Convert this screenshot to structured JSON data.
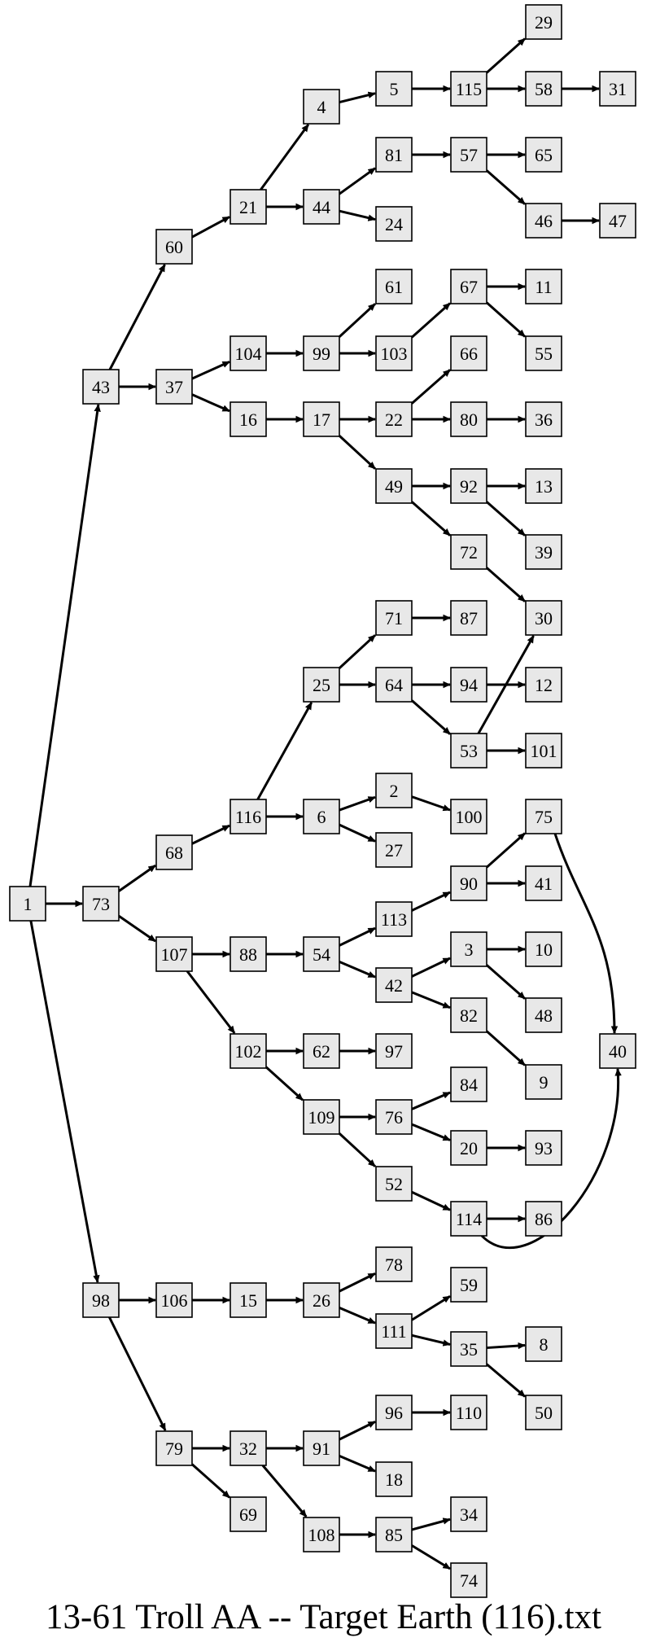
{
  "caption": "13-61 Troll AA -- Target Earth (116).txt",
  "nodes": [
    "29",
    "4",
    "5",
    "115",
    "58",
    "31",
    "81",
    "57",
    "65",
    "60",
    "21",
    "44",
    "24",
    "46",
    "47",
    "61",
    "67",
    "11",
    "104",
    "99",
    "103",
    "55",
    "66",
    "43",
    "37",
    "16",
    "17",
    "22",
    "80",
    "36",
    "49",
    "92",
    "13",
    "39",
    "72",
    "71",
    "87",
    "30",
    "25",
    "64",
    "94",
    "12",
    "53",
    "101",
    "116",
    "6",
    "2",
    "100",
    "75",
    "68",
    "27",
    "1",
    "73",
    "113",
    "90",
    "41",
    "107",
    "88",
    "54",
    "3",
    "10",
    "42",
    "82",
    "48",
    "40",
    "102",
    "62",
    "97",
    "9",
    "109",
    "76",
    "84",
    "20",
    "93",
    "52",
    "114",
    "86",
    "78",
    "98",
    "106",
    "15",
    "26",
    "59",
    "111",
    "35",
    "8",
    "50",
    "79",
    "32",
    "91",
    "96",
    "110",
    "69",
    "18",
    "108",
    "85",
    "34",
    "74"
  ],
  "edges": [
    [
      "1",
      "43"
    ],
    [
      "1",
      "73"
    ],
    [
      "1",
      "98"
    ],
    [
      "43",
      "60"
    ],
    [
      "43",
      "37"
    ],
    [
      "60",
      "21"
    ],
    [
      "21",
      "4"
    ],
    [
      "21",
      "44"
    ],
    [
      "4",
      "5"
    ],
    [
      "5",
      "115"
    ],
    [
      "115",
      "29"
    ],
    [
      "115",
      "58"
    ],
    [
      "58",
      "31"
    ],
    [
      "44",
      "81"
    ],
    [
      "44",
      "24"
    ],
    [
      "81",
      "57"
    ],
    [
      "57",
      "65"
    ],
    [
      "57",
      "46"
    ],
    [
      "46",
      "47"
    ],
    [
      "37",
      "104"
    ],
    [
      "37",
      "16"
    ],
    [
      "104",
      "99"
    ],
    [
      "99",
      "61"
    ],
    [
      "99",
      "103"
    ],
    [
      "103",
      "67"
    ],
    [
      "67",
      "11"
    ],
    [
      "67",
      "55"
    ],
    [
      "16",
      "17"
    ],
    [
      "17",
      "22"
    ],
    [
      "17",
      "49"
    ],
    [
      "22",
      "66"
    ],
    [
      "22",
      "80"
    ],
    [
      "80",
      "36"
    ],
    [
      "49",
      "92"
    ],
    [
      "49",
      "72"
    ],
    [
      "92",
      "13"
    ],
    [
      "92",
      "39"
    ],
    [
      "72",
      "30"
    ],
    [
      "73",
      "68"
    ],
    [
      "73",
      "107"
    ],
    [
      "68",
      "116"
    ],
    [
      "116",
      "25"
    ],
    [
      "116",
      "6"
    ],
    [
      "25",
      "71"
    ],
    [
      "25",
      "64"
    ],
    [
      "71",
      "87"
    ],
    [
      "64",
      "94"
    ],
    [
      "64",
      "53"
    ],
    [
      "94",
      "12"
    ],
    [
      "53",
      "30"
    ],
    [
      "53",
      "101"
    ],
    [
      "6",
      "2"
    ],
    [
      "6",
      "27"
    ],
    [
      "2",
      "100"
    ],
    [
      "107",
      "88"
    ],
    [
      "107",
      "102"
    ],
    [
      "88",
      "54"
    ],
    [
      "54",
      "113"
    ],
    [
      "54",
      "42"
    ],
    [
      "113",
      "90"
    ],
    [
      "90",
      "75"
    ],
    [
      "90",
      "41"
    ],
    [
      "75",
      "40"
    ],
    [
      "42",
      "3"
    ],
    [
      "42",
      "82"
    ],
    [
      "3",
      "10"
    ],
    [
      "3",
      "48"
    ],
    [
      "82",
      "9"
    ],
    [
      "102",
      "62"
    ],
    [
      "102",
      "109"
    ],
    [
      "62",
      "97"
    ],
    [
      "109",
      "76"
    ],
    [
      "109",
      "52"
    ],
    [
      "76",
      "84"
    ],
    [
      "76",
      "20"
    ],
    [
      "20",
      "93"
    ],
    [
      "52",
      "114"
    ],
    [
      "114",
      "86"
    ],
    [
      "114",
      "40"
    ],
    [
      "98",
      "106"
    ],
    [
      "98",
      "79"
    ],
    [
      "106",
      "15"
    ],
    [
      "15",
      "26"
    ],
    [
      "26",
      "78"
    ],
    [
      "26",
      "111"
    ],
    [
      "111",
      "59"
    ],
    [
      "111",
      "35"
    ],
    [
      "35",
      "8"
    ],
    [
      "35",
      "50"
    ],
    [
      "79",
      "32"
    ],
    [
      "79",
      "69"
    ],
    [
      "32",
      "91"
    ],
    [
      "32",
      "108"
    ],
    [
      "91",
      "96"
    ],
    [
      "91",
      "18"
    ],
    [
      "96",
      "110"
    ],
    [
      "108",
      "85"
    ],
    [
      "85",
      "34"
    ],
    [
      "85",
      "74"
    ]
  ]
}
